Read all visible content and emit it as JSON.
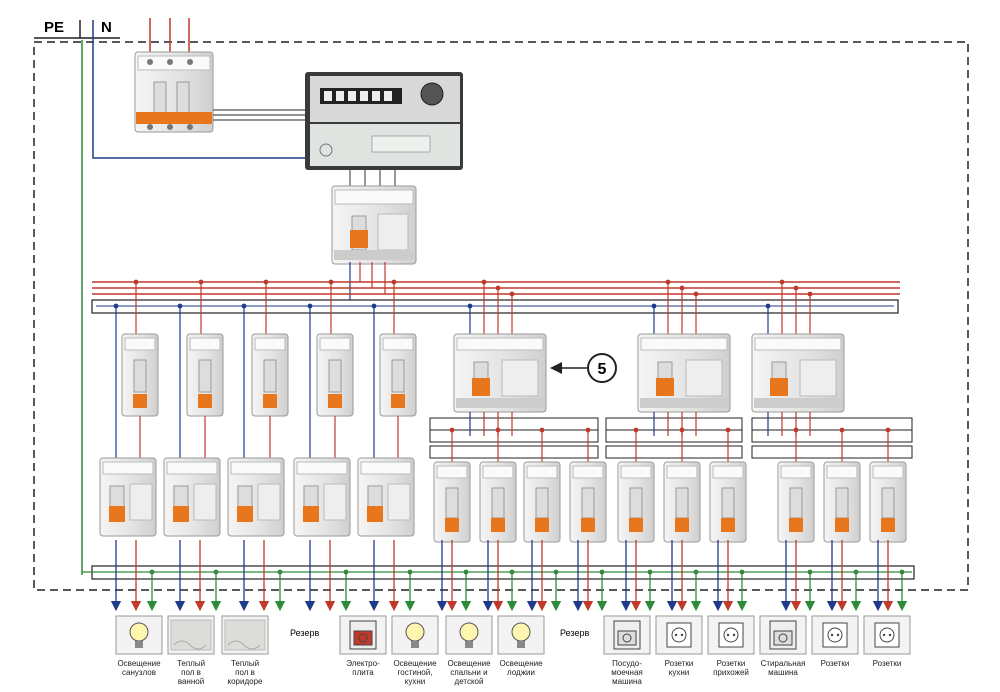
{
  "labels": {
    "pe": "PE",
    "n": "N",
    "callout": "5"
  },
  "reserve_labels": [
    "Резерв",
    "Резерв"
  ],
  "loads": [
    {
      "caption": [
        "Освещение",
        "санузлов"
      ],
      "icon": "lamp-icon"
    },
    {
      "caption": [
        "Теплый",
        "пол в",
        "ванной"
      ],
      "icon": "floor-heating-icon"
    },
    {
      "caption": [
        "Теплый",
        "пол в",
        "коридоре"
      ],
      "icon": "floor-heating-icon"
    },
    {
      "caption": [
        "Электро-",
        "плита"
      ],
      "icon": "stove-icon"
    },
    {
      "caption": [
        "Освещение",
        "гостиной,",
        "кухни"
      ],
      "icon": "lamp-icon"
    },
    {
      "caption": [
        "Освещение",
        "спальни и",
        "детской"
      ],
      "icon": "lamp-icon"
    },
    {
      "caption": [
        "Освещение",
        "лоджии"
      ],
      "icon": "lamp-icon"
    },
    {
      "caption": [
        "Посудо-",
        "моечная",
        "машина"
      ],
      "icon": "dishwasher-icon"
    },
    {
      "caption": [
        "Розетки",
        "кухни"
      ],
      "icon": "socket-icon"
    },
    {
      "caption": [
        "Розетки",
        "прихожей"
      ],
      "icon": "socket-icon"
    },
    {
      "caption": [
        "Стиральная",
        "машина"
      ],
      "icon": "washing-machine-icon"
    },
    {
      "caption": [
        "Розетки"
      ],
      "icon": "socket-icon"
    },
    {
      "caption": [
        "Розетки"
      ],
      "icon": "socket-icon"
    }
  ],
  "colors": {
    "phase": "#c0392b",
    "neutral": "#1f3a8a",
    "ground": "#2e8b3a",
    "device_body": "#e6e6e6",
    "lever": "#e8761c",
    "meter_body": "#3a3a3a"
  }
}
